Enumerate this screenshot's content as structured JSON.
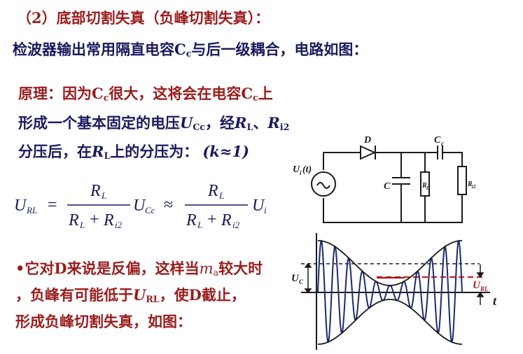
{
  "title": "（2）底部切割失真（负峰切割失真）：",
  "intro": {
    "pre": "检波器输出常用隔直电容C",
    "sub": "c",
    "post": "与后一级耦合，电路如图："
  },
  "principle": {
    "l1_pre": "原理：因为C",
    "l1_sub1": "c",
    "l1_mid": "很大，这将会在电容C",
    "l1_sub2": "c",
    "l1_post": "上",
    "l2_pre": "形成一个基本固定的电压",
    "l2_U": "U",
    "l2_Usub": "Cc",
    "l2_mid": "，经",
    "l2_R1": "R",
    "l2_R1sub": "L",
    "l2_sep": "、",
    "l2_R2": "R",
    "l2_R2sub": "i2",
    "l3_pre": "分压后，在",
    "l3_R": "R",
    "l3_Rsub": "L",
    "l3_mid": "上的分压为：",
    "l3_cond": "(k≈1)"
  },
  "formula": {
    "lhs": "U",
    "lhs_sub": "RL",
    "eq": "=",
    "num": "R",
    "num_sub": "L",
    "den_a": "R",
    "den_a_sub": "L",
    "den_plus": "+",
    "den_b": "R",
    "den_b_sub": "i2",
    "u1": "U",
    "u1_sub": "Cc",
    "approx": "≈",
    "num2": "R",
    "num2_sub": "L",
    "den2_a": "R",
    "den2_a_sub": "L",
    "den2_plus": "+",
    "den2_b": "R",
    "den2_b_sub": "i2",
    "u2": "U",
    "u2_sub": "i"
  },
  "bullet": {
    "l1_pre": "•它对D来说是反偏，这样当",
    "l1_m": "m",
    "l1_msub": "a",
    "l1_post": "较大时",
    "l2_pre": "，负峰有可能低于",
    "l2_U": "U",
    "l2_Usub": "RL",
    "l2_post": "，使D截止，",
    "l3": "形成负峰切割失真，如图："
  },
  "circuit": {
    "source": "U",
    "source_sub": "i",
    "source_t": "(t)",
    "diode": "D",
    "cap_top": "C",
    "cap_top_sub": "c",
    "cap": "C",
    "rl": "R",
    "rl_sub": "L",
    "ri2": "R",
    "ri2_sub": "i2"
  },
  "waveform": {
    "uc": "U",
    "uc_sub": "C",
    "url": "U",
    "url_sub": "RL",
    "t": "t"
  },
  "colors": {
    "text_red": "#9b1c1c",
    "text_navy": "#1a1a5e",
    "diagram": "#1a1a1a",
    "wave": "#1a2a6e",
    "cut_line": "#e01010"
  }
}
